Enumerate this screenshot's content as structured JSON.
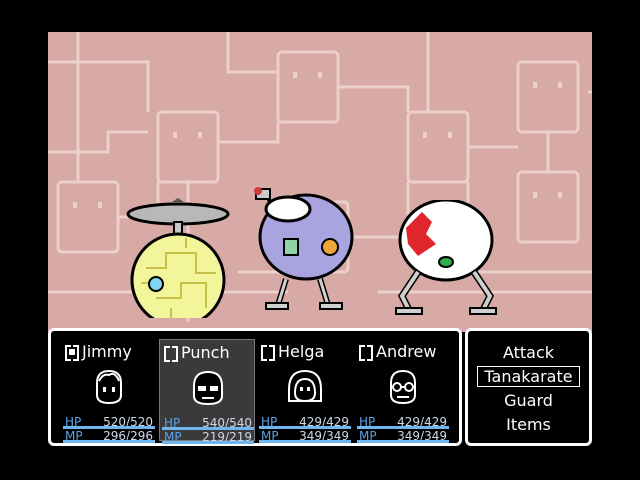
{
  "party": [
    {
      "name": "Jimmy",
      "hp_label": "HP",
      "hp": "520/520",
      "mp_label": "MP",
      "mp": "296/296",
      "selected": true,
      "active": false
    },
    {
      "name": "Punch",
      "hp_label": "HP",
      "hp": "540/540",
      "mp_label": "MP",
      "mp": "219/219",
      "selected": false,
      "active": true
    },
    {
      "name": "Helga",
      "hp_label": "HP",
      "hp": "429/429",
      "mp_label": "MP",
      "mp": "349/349",
      "selected": false,
      "active": false
    },
    {
      "name": "Andrew",
      "hp_label": "HP",
      "hp": "429/429",
      "mp_label": "MP",
      "mp": "349/349",
      "selected": false,
      "active": false
    }
  ],
  "commands": [
    "Attack",
    "Tanakarate",
    "Guard",
    "Items"
  ],
  "selected_command": "Tanakarate",
  "colors": {
    "background": "#d7aaa5",
    "pattern": "#ecd0cc",
    "hp_mp_label": "#5aa0e6",
    "panel_border": "#ffffff"
  },
  "enemies": [
    "propeller-orb-enemy",
    "periscope-robot-enemy",
    "eyeball-walker-enemy"
  ]
}
